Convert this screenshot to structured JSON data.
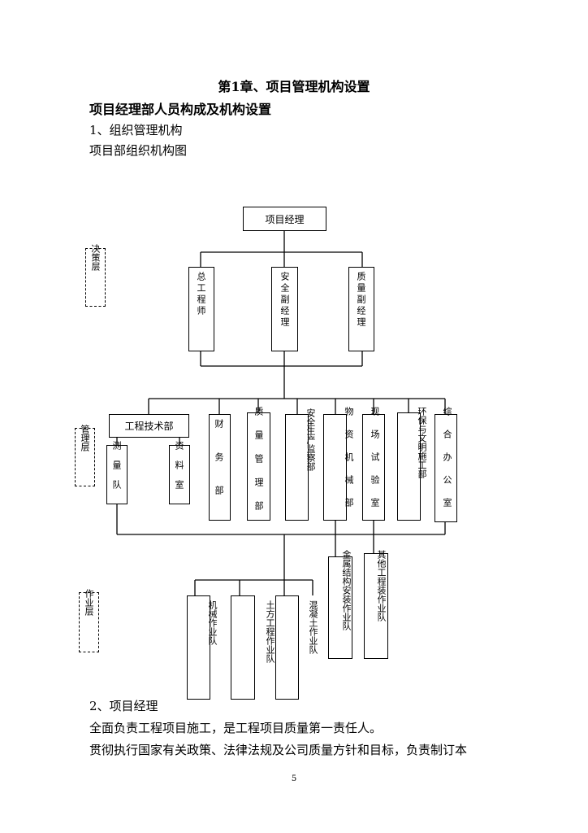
{
  "doc": {
    "chapter_title": "第1章、项目管理机构设置",
    "section_title": "项目经理部人员构成及机构设置",
    "item1": "1、组织管理机构",
    "chart_caption": "项目部组织机构图",
    "item2": "2、项目经理",
    "para1": "全面负责工程项目施工，是工程项目质量第一责任人。",
    "para2": "贯彻执行国家有关政策、法律法规及公司质量方针和目标，负责制订本",
    "page_number": "5"
  },
  "org_chart": {
    "layers": {
      "decision": "决策层",
      "management": "管理层",
      "operation": "作业层"
    },
    "top": "项目经理",
    "deputies": [
      "总工程师",
      "安全副经理",
      "质量副经理"
    ],
    "engineering_dept": "工程技术部",
    "engineering_subs": [
      "测量队",
      "资料室"
    ],
    "departments": [
      "财务部",
      "质量管理部",
      "安全生产监察部",
      "物资机械部",
      "现场试验室",
      "环保与文明施工部",
      "综合办公室"
    ],
    "teams_lower": [
      "机械作业队",
      "",
      "土方工程作业队",
      "混凝土作业队"
    ],
    "teams_upper": [
      "金属结构安装作业队",
      "其他工程装作业队"
    ]
  }
}
